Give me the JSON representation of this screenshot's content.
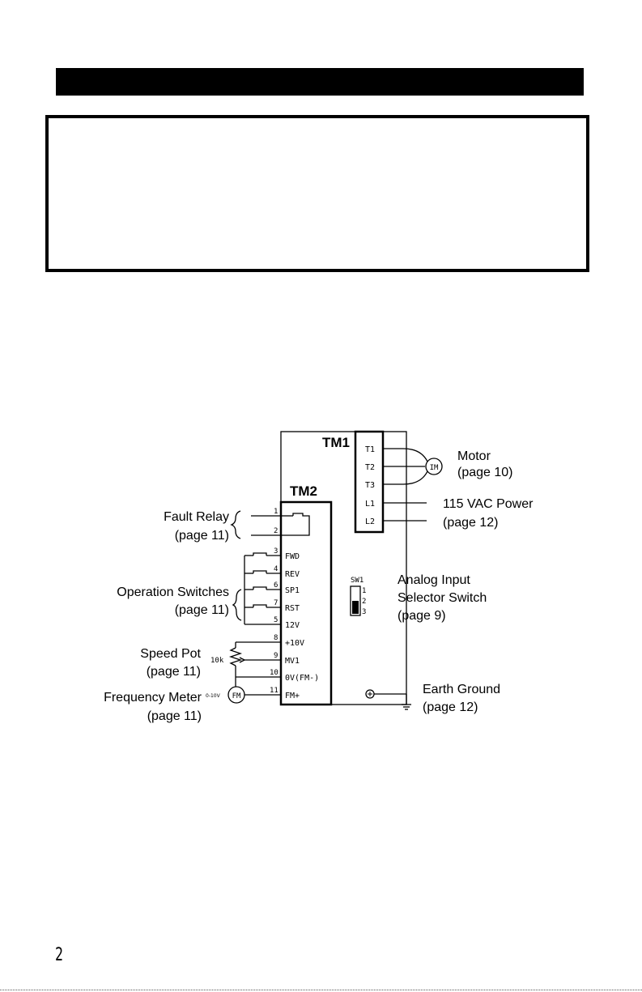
{
  "page": {
    "number": "2"
  },
  "diagram": {
    "tm1": {
      "label": "TM1",
      "terminals": [
        "T1",
        "T2",
        "T3",
        "L1",
        "L2"
      ]
    },
    "tm2": {
      "label": "TM2",
      "terminals": [
        {
          "num": "1",
          "name": ""
        },
        {
          "num": "2",
          "name": ""
        },
        {
          "num": "3",
          "name": "FWD"
        },
        {
          "num": "4",
          "name": "REV"
        },
        {
          "num": "6",
          "name": "SP1"
        },
        {
          "num": "7",
          "name": "RST"
        },
        {
          "num": "5",
          "name": "12V"
        },
        {
          "num": "8",
          "name": "+10V"
        },
        {
          "num": "9",
          "name": "MV1"
        },
        {
          "num": "10",
          "name": "0V(FM-)"
        },
        {
          "num": "11",
          "name": "FM+"
        }
      ]
    },
    "motor": {
      "symbol": "IM",
      "label": "Motor",
      "page": "(page 10)"
    },
    "power": {
      "label": "115 VAC Power",
      "page": "(page 12)"
    },
    "sw1": {
      "label": "SW1",
      "positions": [
        "1",
        "2",
        "3"
      ]
    },
    "selector": {
      "line1": "Analog Input",
      "line2": "Selector Switch",
      "page": "(page 9)"
    },
    "ground": {
      "label": "Earth Ground",
      "page": "(page 12)"
    },
    "fault_relay": {
      "label": "Fault Relay",
      "page": "(page 11)"
    },
    "operation_switches": {
      "label": "Operation Switches",
      "page": "(page 11)"
    },
    "speed_pot": {
      "label": "Speed Pot",
      "page": "(page 11)",
      "value": "10k"
    },
    "freq_meter": {
      "label": "Frequency Meter",
      "page": "(page 11)",
      "symbol": "FM",
      "range": "0-10V"
    }
  }
}
